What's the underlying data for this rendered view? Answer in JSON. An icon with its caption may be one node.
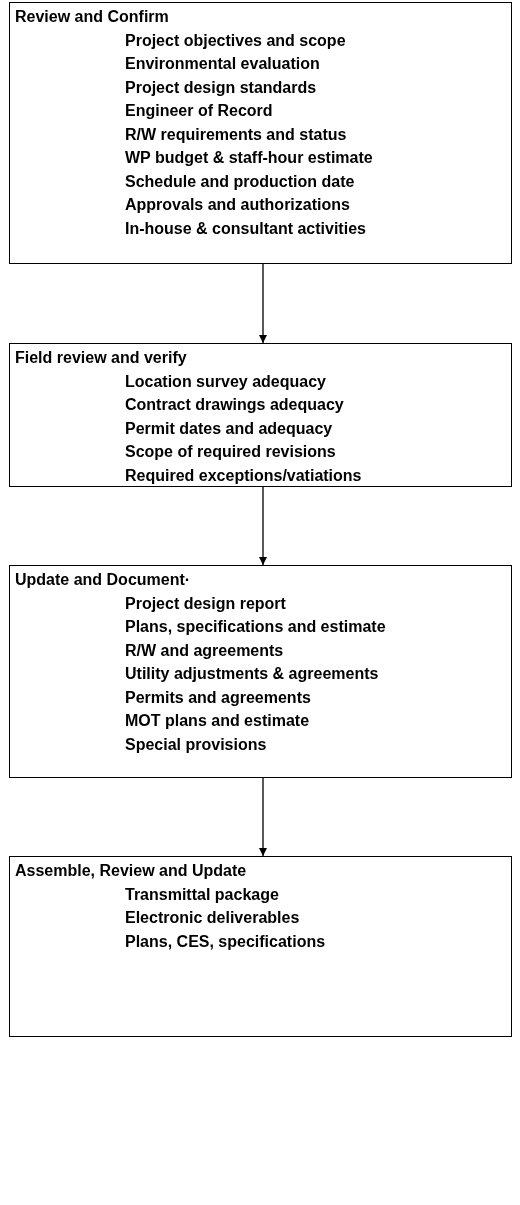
{
  "diagram": {
    "nodes": [
      {
        "text": [
          "Review and Confirm",
          "Project objectives and scope",
          "Environmental evaluation",
          "Project design standards",
          "Engineer of Record",
          "R/W requirements and status",
          "WP budget & staff-hour estimate",
          "Schedule and production date",
          "Approvals and authorizations",
          "In-house & consultant activities"
        ]
      },
      {
        "text": [
          "Field review and verify",
          "Location survey adequacy",
          "Contract drawings adequacy",
          "Permit dates and adequacy",
          "Scope of required revisions",
          "Required exceptions/vatiations"
        ]
      },
      {
        "text": [
          "Update and Document·",
          "Project design report",
          "Plans, specifications and estimate",
          "R/W and agreements",
          "Utility adjustments & agreements",
          "Permits and agreements",
          "MOT plans and estimate",
          "Special provisions"
        ]
      },
      {
        "text": [
          "Assemble, Review and Update",
          "Transmittal package",
          "Electronic deliverables",
          "Plans, CES, specifications"
        ]
      }
    ],
    "edges": [
      {
        "from": 0,
        "to": 1,
        "arrow": "to"
      },
      {
        "from": 1,
        "to": 2,
        "arrow": "to"
      },
      {
        "from": 2,
        "to": 3,
        "arrow": "to"
      }
    ]
  }
}
